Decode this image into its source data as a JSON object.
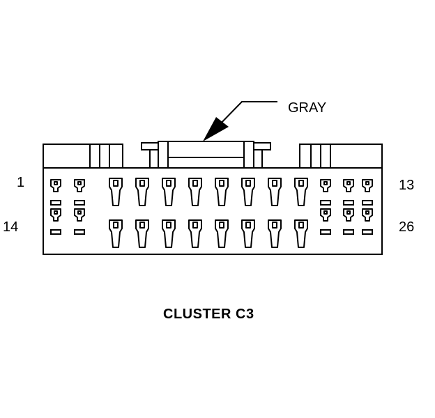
{
  "connector": {
    "wire_color_label": "GRAY",
    "caption": "CLUSTER C3",
    "pin_labels": {
      "top_left": "1",
      "top_right": "13",
      "bottom_left": "14",
      "bottom_right": "26"
    },
    "pins_per_row": 13,
    "rows": 2
  }
}
